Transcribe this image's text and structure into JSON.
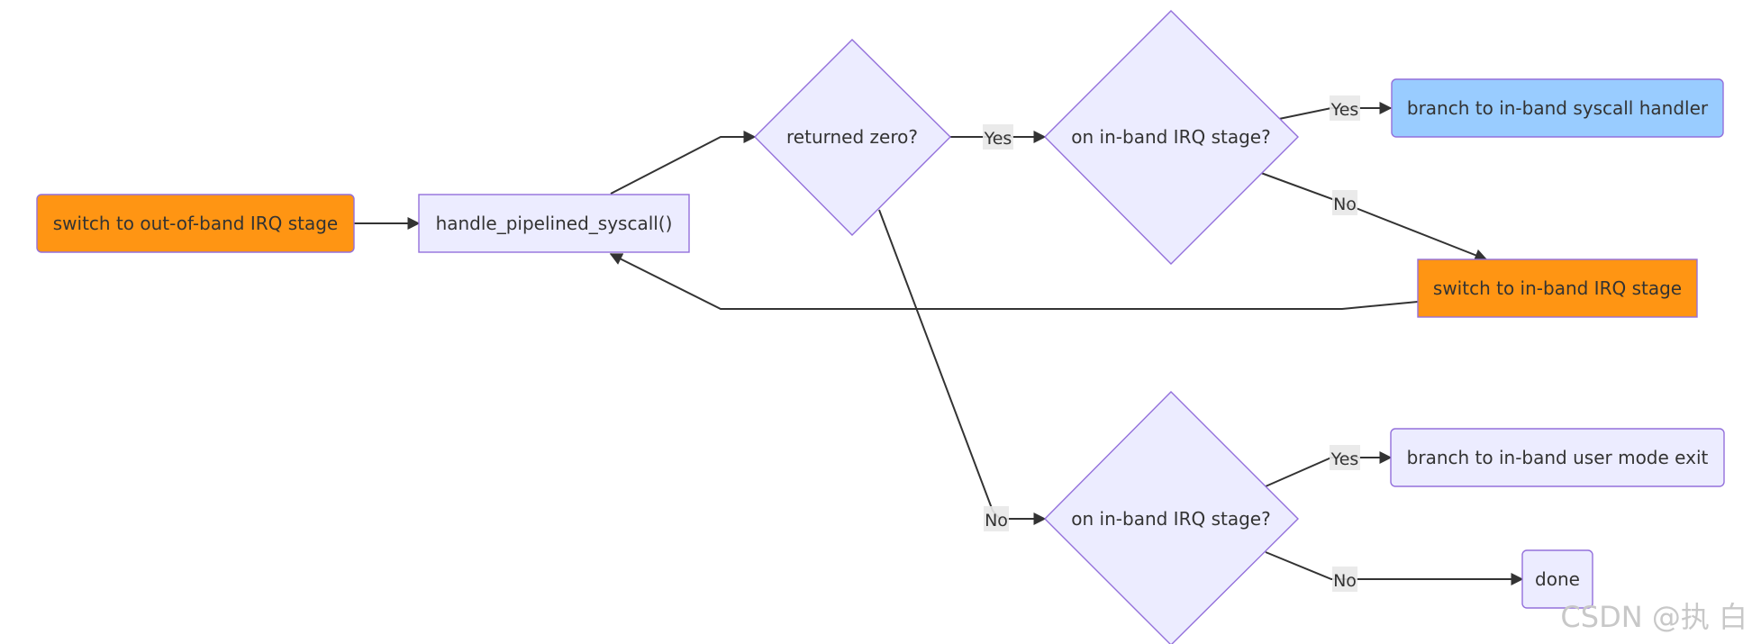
{
  "nodes": {
    "switch_oob": {
      "label": "switch to out-of-band IRQ stage",
      "fill": "#ff9513"
    },
    "handle_syscall": {
      "label": "handle_pipelined_syscall()",
      "fill": "#ececff"
    },
    "returned_zero": {
      "label": "returned zero?",
      "fill": "#ececff"
    },
    "on_inband_top": {
      "label": "on in-band IRQ stage?",
      "fill": "#ececff"
    },
    "branch_syscall_handler": {
      "label": "branch to in-band syscall handler",
      "fill": "#99ccff"
    },
    "switch_inband": {
      "label": "switch to in-band IRQ stage",
      "fill": "#ff9513"
    },
    "on_inband_bottom": {
      "label": "on in-band IRQ stage?",
      "fill": "#ececff"
    },
    "branch_user_exit": {
      "label": "branch to in-band user mode exit",
      "fill": "#ececff"
    },
    "done": {
      "label": "done",
      "fill": "#ececff"
    }
  },
  "edges": {
    "returned_zero_yes": "Yes",
    "returned_zero_no": "No",
    "top_yes": "Yes",
    "top_no": "No",
    "bottom_yes": "Yes",
    "bottom_no": "No"
  },
  "watermark": "CSDN @执 白",
  "colors": {
    "node_default": "#ececff",
    "node_border": "#9370db",
    "accent_orange": "#ff9513",
    "accent_blue": "#99ccff",
    "edge": "#333333"
  }
}
